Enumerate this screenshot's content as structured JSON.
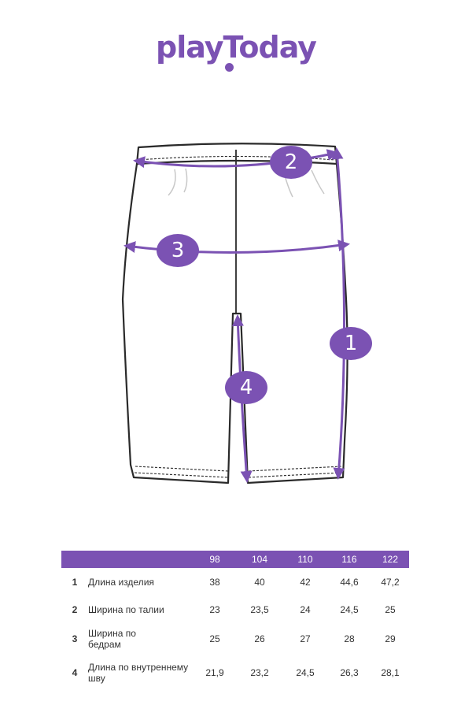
{
  "brand": {
    "logo_text": "playToday",
    "accent_color": "#7b52b3"
  },
  "diagram": {
    "callouts": [
      "2",
      "3",
      "1",
      "4"
    ]
  },
  "size_table": {
    "sizes": [
      "98",
      "104",
      "110",
      "116",
      "122"
    ],
    "rows": [
      {
        "num": "1",
        "label": "Длина изделия",
        "values": [
          "38",
          "40",
          "42",
          "44,6",
          "47,2"
        ]
      },
      {
        "num": "2",
        "label": "Ширина по талии",
        "values": [
          "23",
          "23,5",
          "24",
          "24,5",
          "25"
        ]
      },
      {
        "num": "3",
        "label": "Ширина по бедрам",
        "values": [
          "25",
          "26",
          "27",
          "28",
          "29"
        ]
      },
      {
        "num": "4",
        "label": "Длина по внутреннему шву",
        "values": [
          "21,9",
          "23,2",
          "24,5",
          "26,3",
          "28,1"
        ]
      }
    ]
  }
}
